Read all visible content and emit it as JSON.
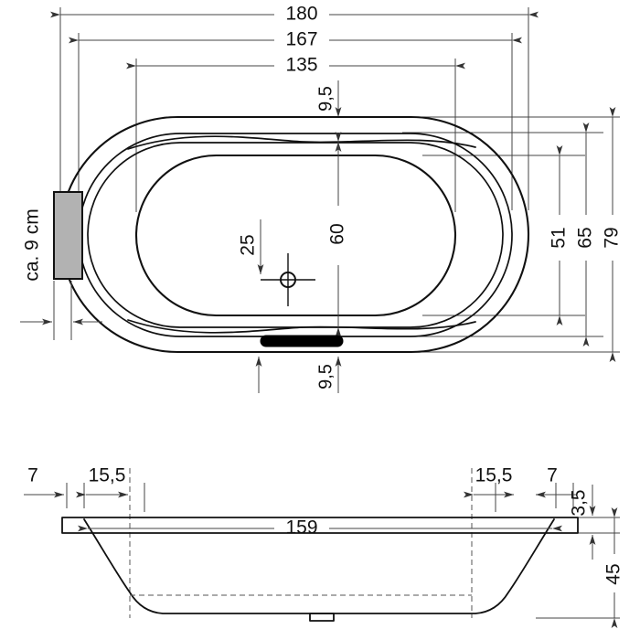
{
  "drawing": {
    "title": "Bathtub technical drawing",
    "views": {
      "plan": "plan-view",
      "section": "section-view"
    }
  },
  "plan_view": {
    "dimensions": {
      "overall_length": "180",
      "rim_length": "167",
      "inner_length": "135",
      "rim_thickness_top": "9,5",
      "rim_thickness_bottom": "9,5",
      "drain_offset": "25",
      "inner_width": "60",
      "width_51": "51",
      "width_65": "65",
      "overall_width": "79",
      "headrest_label": "ca. 9 cm"
    },
    "features": {
      "headrest": "headrest-block",
      "drain": "drain-symbol",
      "overflow_slot": "overflow-slot"
    }
  },
  "section_view": {
    "dimensions": {
      "left_rim": "7",
      "left_taper": "15,5",
      "right_taper": "15,5",
      "right_rim": "7",
      "rim_height": "3,5",
      "inner_top_width": "159",
      "depth": "45"
    },
    "features": {
      "waste_outlet": "waste-outlet-nub"
    }
  },
  "colors": {
    "line": "#111111",
    "dimension": "#444444",
    "headrest_fill": "#b2b2b2",
    "slot_fill": "#000000",
    "background": "#ffffff"
  }
}
